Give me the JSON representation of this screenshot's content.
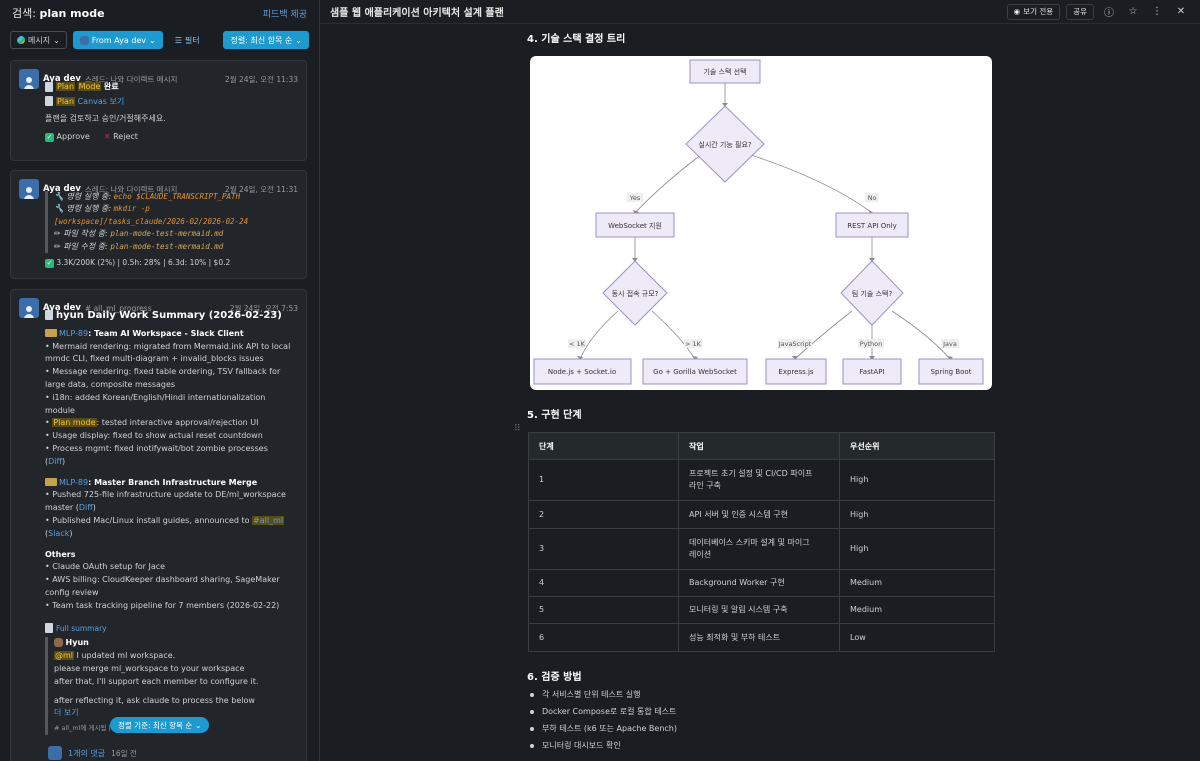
{
  "search": {
    "label": "검색:",
    "query": "plan mode",
    "feedback": "피드백 제공"
  },
  "filters": {
    "messages": "메시지",
    "from": "From Aya dev",
    "filter": "필터",
    "sort": "정렬: 최신 항목 순"
  },
  "msg1": {
    "author": "Aya dev",
    "context": "스레드: 나와 다이렉트 메시지",
    "time": "2월 24일, 오전 11:33",
    "plan": "Plan",
    "mode": "Mode",
    "done": "완료",
    "canvas_pre": "Plan",
    "canvas": "Canvas 보기",
    "text": "플랜을 검토하고 승인/거절해주세요.",
    "approve": "Approve",
    "reject": "Reject"
  },
  "msg2": {
    "author": "Aya dev",
    "context": "스레드: 나와 다이렉트 메시지",
    "time": "2월 24일, 오전 11:31",
    "l1": "명령 실행 중:",
    "c1": "echo $CLAUDE_TRANSCRIPT_PATH",
    "l2": "명령 실행 중:",
    "c2": "mkdir -p",
    "c3": "[workspace]/tasks_claude/2026-02/2026-02-24",
    "l4": "파일 작성 중:",
    "c4": "plan-mode-test-mermaid.md",
    "l5": "파일 수정 중:",
    "c5": "plan-mode-test-mermaid.md",
    "stats": "3.3K/200K (2%) | 0.5h: 28% | 6.3d: 10% | $0.2"
  },
  "msg3": {
    "author": "Aya dev",
    "context": "# all_ml_progress",
    "time": "2월 24일, 오전 7:53",
    "title": "hyun Daily Work Summary (2026-02-23)",
    "s1_id": "MLP-89",
    "s1_title": ": Team AI Workspace - Slack Client",
    "s1_items": [
      "• Mermaid rendering: migrated from Mermaid.ink API to local",
      "mmdc CLI, fixed multi-diagram + invalid_blocks issues",
      "• Message rendering: fixed table ordering, TSV fallback for",
      "large data, composite messages",
      "• i18n: added Korean/English/Hindi internationalization",
      "module"
    ],
    "pm_pre": "• ",
    "pm": "Plan mode",
    "pm_post": ": tested interactive approval/rejection UI",
    "s1_items2": [
      "• Usage display: fixed to show actual reset countdown",
      "• Process mgmt: fixed inotifywait/bot zombie processes"
    ],
    "diff1": "Diff",
    "s2_id": "MLP-89",
    "s2_title": ": Master Branch Infrastructure Merge",
    "s2_l1": "• Pushed 725-file infrastructure update to DE/ml_workspace",
    "s2_l2": "master (",
    "diff2": "Diff",
    "s2_l2b": ")",
    "s2_l3": "• Published Mac/Linux install guides, announced to ",
    "allml": "#all_ml",
    "slack": "Slack",
    "others": "Others",
    "o_items": [
      "• Claude OAuth setup for Jace",
      "• AWS billing: CloudKeeper dashboard sharing, SageMaker",
      "config review",
      "• Team task tracking pipeline for 7 members (2026-02-22)"
    ],
    "full": "Full summary",
    "q_author": "Hyun",
    "q_mention": "@ml",
    "q_l1": " I updated ml workspace.",
    "q_l2": "please merge ml_workspace to your workspace",
    "q_l3": "after that, I'll support each member to configure it.",
    "q_l4": "after reflecting it, ask claude to process the below",
    "more": "더 보기",
    "posted": "# all_ml에 게시됨 | 2월 23일 | 메시지 보기",
    "sort_float": "정렬 기준: 최신 항목 순",
    "replies": "1개의 댓글",
    "replies_time": "16일 전"
  },
  "doc": {
    "title": "샘플 웹 애플리케이션 아키텍처 설계 플랜",
    "view_all": "보기 전용",
    "share": "공유",
    "h4": "4. 기술 스택 결정 트리",
    "h5": "5. 구현 단계",
    "h6": "6. 검증 방법"
  },
  "tree": {
    "root": "기술 스택 선택",
    "q1": "실시간 기능 필요?",
    "yes": "Yes",
    "no": "No",
    "ws": "WebSocket 지원",
    "rest": "REST API Only",
    "q2": "동시 접속 규모?",
    "q3": "팀 기술 스택?",
    "lt": "< 1K",
    "gt": "> 1K",
    "js": "JavaScript",
    "py": "Python",
    "java": "Java",
    "n1": "Node.js + Socket.io",
    "n2": "Go + Gorilla WebSocket",
    "n3": "Express.js",
    "n4": "FastAPI",
    "n5": "Spring Boot"
  },
  "table": {
    "headers": [
      "단계",
      "작업",
      "우선순위"
    ],
    "rows": [
      [
        "1",
        "프로젝트 초기 설정 및 CI/CD 파이프|라인 구축",
        "High"
      ],
      [
        "2",
        "API 서버 및 인증 시스템 구현",
        "High"
      ],
      [
        "3",
        "데이터베이스 스키마 설계 및 마이그|레이션",
        "High"
      ],
      [
        "4",
        "Background Worker 구현",
        "Medium"
      ],
      [
        "5",
        "모니터링 및 알림 시스템 구축",
        "Medium"
      ],
      [
        "6",
        "성능 최적화 및 부하 테스트",
        "Low"
      ]
    ]
  },
  "verify": [
    "각 서비스별 단위 테스트 실행",
    "Docker Compose로 로컬 통합 테스트",
    "부하 테스트 (k6 또는 Apache Bench)",
    "모니터링 대시보드 확인"
  ]
}
